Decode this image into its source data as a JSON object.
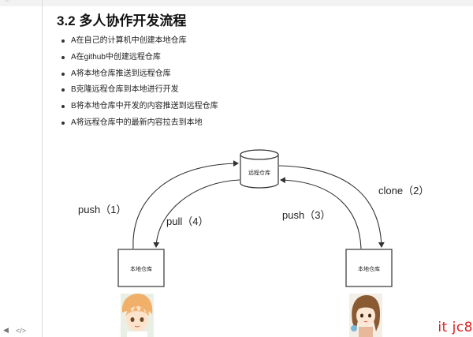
{
  "top_strip": {
    "text": "···"
  },
  "title": "3.2 多人协作开发流程",
  "steps": [
    "A在自己的计算机中创建本地仓库",
    "A在github中创建远程仓库",
    "A将本地仓库推送到远程仓库",
    "B克隆远程仓库到本地进行开发",
    "B将本地仓库中开发的内容推送到远程仓库",
    "A将远程仓库中的最新内容拉去到本地"
  ],
  "diagram": {
    "remote_repo": "远程仓库",
    "local_repo_a": "本地仓库",
    "local_repo_b": "本地仓库",
    "arrows": {
      "push_1": "push（1）",
      "clone_2": "clone（2）",
      "push_3": "push（3）",
      "pull_4": "pull（4）"
    }
  },
  "nav": {
    "prev": "◀",
    "code": "</>"
  },
  "watermark": "it jc8"
}
